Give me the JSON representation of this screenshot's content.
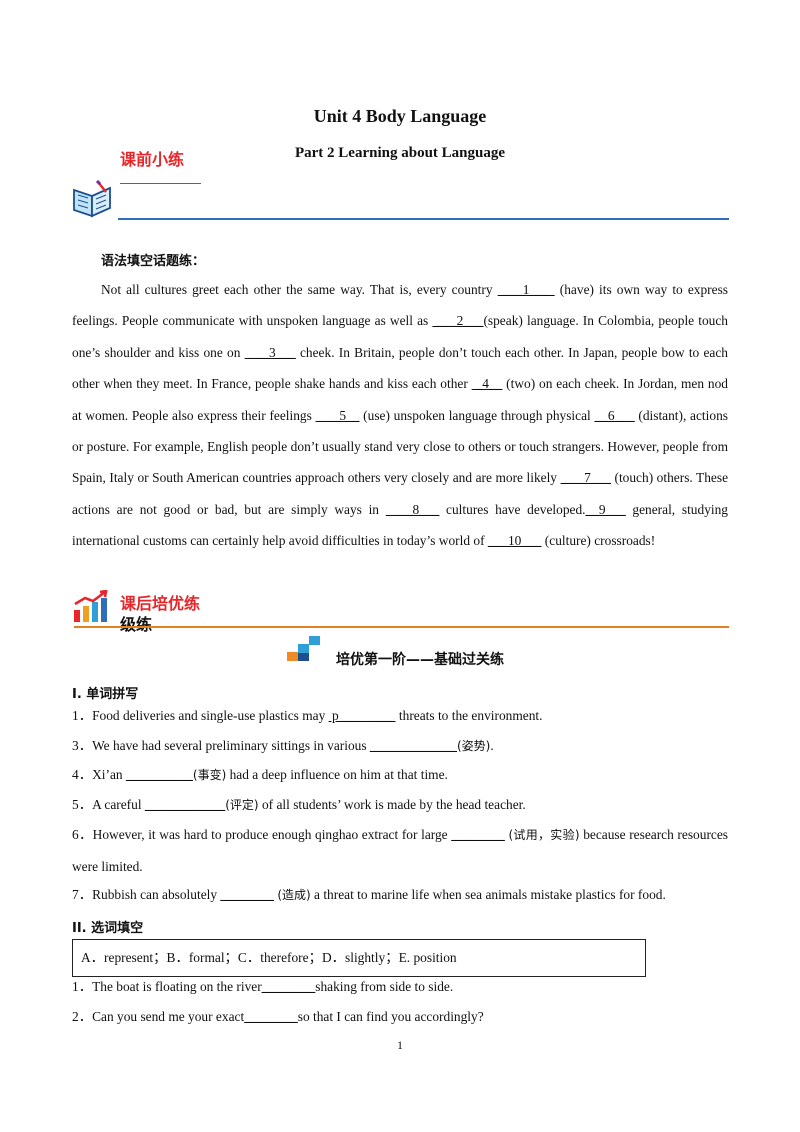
{
  "header": {
    "title": "Unit 4 Body Language",
    "subtitle": "Part 2 Learning about Language",
    "pre_class_tag": "课前小练",
    "post_class_tag_line1": "课后培优练",
    "post_class_tag_line2": "级练"
  },
  "grammar": {
    "heading": "语法填空话题练：",
    "segments": [
      {
        "t": "Not all cultures greet each other the same way. That is, every country "
      },
      {
        "b": " ___1___ "
      },
      {
        "t": " (have) its own way to express feelings. People communicate with unspoken language as well as "
      },
      {
        "b": " ___2___"
      },
      {
        "t": "(speak) language. In Colombia, people touch one’s shoulder and kiss one on "
      },
      {
        "b": " ___3___"
      },
      {
        "t": " cheek. In Britain, people don’t touch each other. In Japan, people bow to each other when they meet. In France, people shake hands and kiss each other "
      },
      {
        "b": " _4__"
      },
      {
        "t": " (two) on each cheek. In Jordan, men nod at women. People also express their feelings "
      },
      {
        "b": " ___5__"
      },
      {
        "t": " (use) unspoken language through physical "
      },
      {
        "b": "__6___"
      },
      {
        "t": " (distant), actions or posture. For example, English people don’t usually stand very close to others or touch strangers. However, people from Spain, Italy or South American countries approach others very closely and are more likely "
      },
      {
        "b": " ___7___"
      },
      {
        "t": " (touch) others. These actions are not good or bad, but are simply ways in "
      },
      {
        "b": " ___8___"
      },
      {
        "t": " cultures have developed."
      },
      {
        "b": "__9___"
      },
      {
        "t": " general, studying international customs can certainly help avoid difficulties in today’s world of "
      },
      {
        "b": "___10___"
      },
      {
        "t": " (culture) crossroads!"
      }
    ]
  },
  "stage_title": "培优第一阶——基础过关练",
  "section1": {
    "heading": "I. 单词拼写",
    "items": [
      {
        "n": "1．",
        "segs": [
          {
            "t": "Food deliveries and single-use plastics may "
          },
          {
            "b": " p________ "
          },
          {
            "t": " threats to the environment."
          }
        ]
      },
      {
        "n": "3．",
        "segs": [
          {
            "t": "We have had several preliminary sittings in various "
          },
          {
            "b": "_____________"
          },
          {
            "c": "(姿势)"
          },
          {
            "t": "."
          }
        ]
      },
      {
        "n": "4．",
        "segs": [
          {
            "t": "Xi’an "
          },
          {
            "b": "__________"
          },
          {
            "c": "(事变)"
          },
          {
            "t": " had a deep influence on him at that time."
          }
        ]
      },
      {
        "n": "5．",
        "segs": [
          {
            "t": "A careful "
          },
          {
            "b": "____________"
          },
          {
            "c": "(评定)"
          },
          {
            "t": " of all students’ work is made by the head teacher."
          }
        ]
      },
      {
        "n": "6．",
        "segs": [
          {
            "t": "However, it was hard to produce enough qinghao extract for large "
          },
          {
            "b": "________"
          },
          {
            "t": " "
          },
          {
            "c": "(试用，实验)"
          },
          {
            "t": " because research resources were limited."
          }
        ]
      },
      {
        "n": "7．",
        "segs": [
          {
            "t": "Rubbish can absolutely "
          },
          {
            "b": "________"
          },
          {
            "t": " "
          },
          {
            "c": "(造成)"
          },
          {
            "t": " a threat to marine life when sea animals mistake plastics for food."
          }
        ]
      }
    ]
  },
  "section2": {
    "heading": "II. 选词填空",
    "options": "A．represent；B．formal；C．therefore；D．slightly；E. position",
    "items": [
      {
        "n": "1．",
        "segs": [
          {
            "t": "The boat is floating on the river"
          },
          {
            "b": "________"
          },
          {
            "t": "shaking from side to side."
          }
        ]
      },
      {
        "n": "2．",
        "segs": [
          {
            "t": "Can you send me your exact"
          },
          {
            "b": "________"
          },
          {
            "t": "so that I can find you accordingly?"
          }
        ]
      }
    ]
  },
  "page_number": "1",
  "colors": {
    "accent_red": "#e8262a",
    "rule_blue": "#2f6fba",
    "rule_orange": "#e67e22"
  }
}
